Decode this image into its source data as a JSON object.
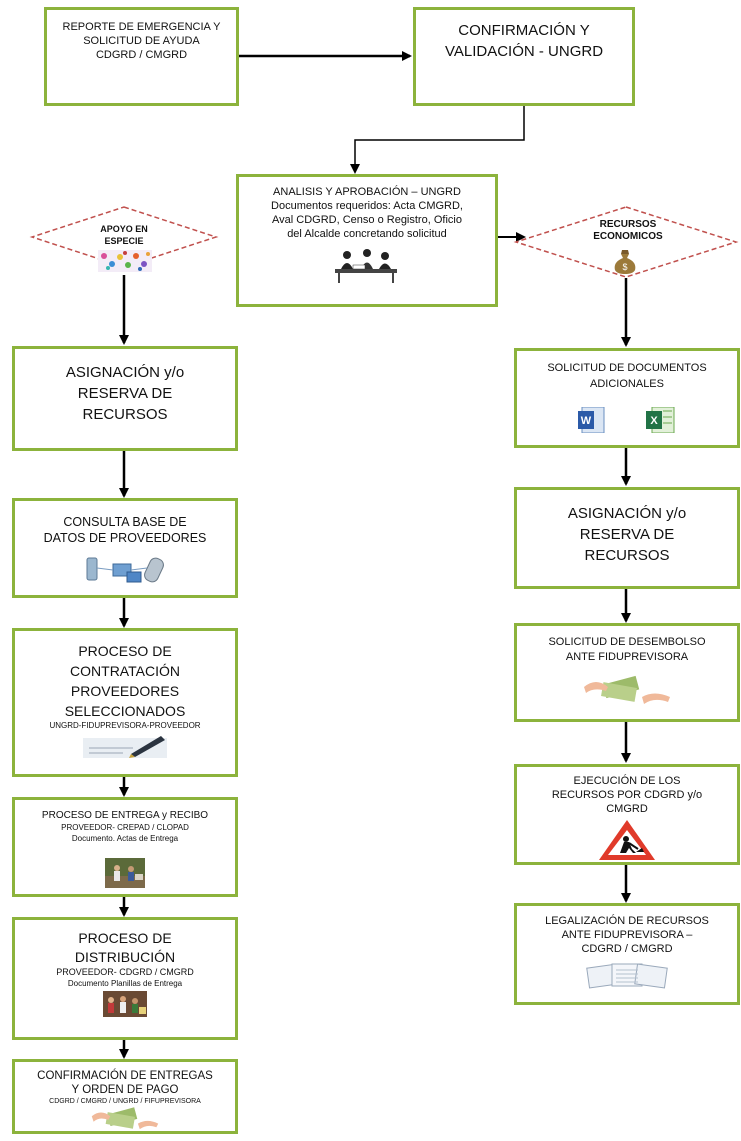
{
  "top_left": {
    "lines": [
      "REPORTE DE EMERGENCIA Y",
      "SOLICITUD DE AYUDA",
      "CDGRD / CMGRD"
    ]
  },
  "top_right": {
    "lines": [
      "CONFIRMACIÓN Y",
      "VALIDACIÓN - UNGRD"
    ]
  },
  "analysis": {
    "lines": [
      "ANALISIS Y APROBACIÓN – UNGRD",
      "Documentos requeridos: Acta CMGRD,",
      "Aval CDGRD, Censo o Registro, Oficio",
      "del Alcalde concretando solicitud"
    ],
    "icon": "meeting-people-icon"
  },
  "apoyo": {
    "lines": [
      "APOYO EN",
      "ESPECIE"
    ],
    "icon": "colorful-icon"
  },
  "recursos_eco": {
    "lines": [
      "RECURSOS",
      "ECONOMICOS"
    ],
    "icon": "money-bag-icon"
  },
  "left": {
    "asignacion": {
      "lines": [
        "ASIGNACIÓN y/o",
        "RESERVA DE",
        "RECURSOS"
      ]
    },
    "consulta": {
      "lines": [
        "CONSULTA BASE DE",
        "DATOS DE PROVEEDORES"
      ],
      "icon": "network-devices-icon"
    },
    "contratacion": {
      "lines": [
        "PROCESO DE",
        "CONTRATACIÓN",
        "PROVEEDORES",
        "SELECCIONADOS"
      ],
      "sub": "UNGRD-FIDUPREVISORA-PROVEEDOR",
      "icon": "pen-signing-icon"
    },
    "entrega": {
      "title": "PROCESO DE ENTREGA y RECIBO",
      "sub": [
        "PROVEEDOR- CREPAD / CLOPAD",
        "Documento. Actas de Entrega"
      ],
      "icon": "delivery-photo-icon"
    },
    "distribucion": {
      "lines": [
        "PROCESO DE",
        "DISTRIBUCIÓN"
      ],
      "sub": [
        "PROVEEDOR- CDGRD / CMGRD",
        "Documento Planillas de Entrega"
      ],
      "icon": "distribution-photo-icon"
    },
    "confirmacion": {
      "lines": [
        "CONFIRMACIÓN DE ENTREGAS",
        "Y ORDEN DE PAGO"
      ],
      "sub": "CDGRD / CMGRD / UNGRD / FIFUPREVISORA",
      "icon": "money-hand-icon"
    }
  },
  "right": {
    "solicitud_docs": {
      "lines": [
        "SOLICITUD DE DOCUMENTOS",
        "ADICIONALES"
      ],
      "icons": [
        "word-icon",
        "excel-icon"
      ]
    },
    "asignacion": {
      "lines": [
        "ASIGNACIÓN y/o",
        "RESERVA DE",
        "RECURSOS"
      ]
    },
    "desembolso": {
      "lines": [
        "SOLICITUD DE DESEMBOLSO",
        "ANTE FIDUPREVISORA"
      ],
      "icon": "money-hand-icon"
    },
    "ejecucion": {
      "lines": [
        "EJECUCIÓN DE LOS",
        "RECURSOS POR CDGRD y/o",
        "CMGRD"
      ],
      "icon": "road-work-sign-icon"
    },
    "legalizacion": {
      "lines": [
        "LEGALIZACIÓN DE RECURSOS",
        "ANTE FIDUPREVISORA –",
        "CDGRD / CMGRD"
      ],
      "icon": "documents-icon"
    }
  },
  "colors": {
    "box_border": "#8cb33c",
    "diamond_border": "#c0504d",
    "arrow": "#000000"
  }
}
